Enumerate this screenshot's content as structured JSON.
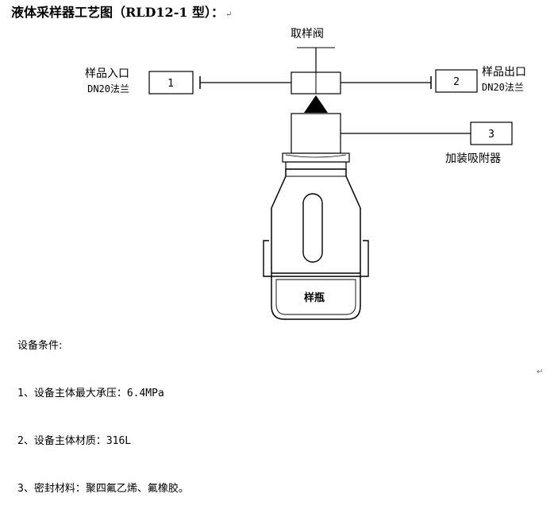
{
  "title": "液体采样器工艺图（RLD12-1 型）：",
  "paragraph_mark": "↵",
  "labels": {
    "sampling_valve": "取样阀",
    "inlet_name": "样品入口",
    "inlet_spec": "DN20法兰",
    "outlet_name": "样品出口",
    "outlet_spec": "DN20法兰",
    "absorber": "加装吸附器",
    "sample_bottle": "样瓶"
  },
  "boxes": {
    "inlet_number": "1",
    "outlet_number": "2",
    "absorber_number": "3"
  },
  "conditions": {
    "heading": "设备条件:",
    "items": [
      "1、设备主体最大承压：6.4MPa",
      "2、设备主体材质：316L",
      "3、密封材料：聚四氟乙烯、氟橡胶。"
    ]
  }
}
